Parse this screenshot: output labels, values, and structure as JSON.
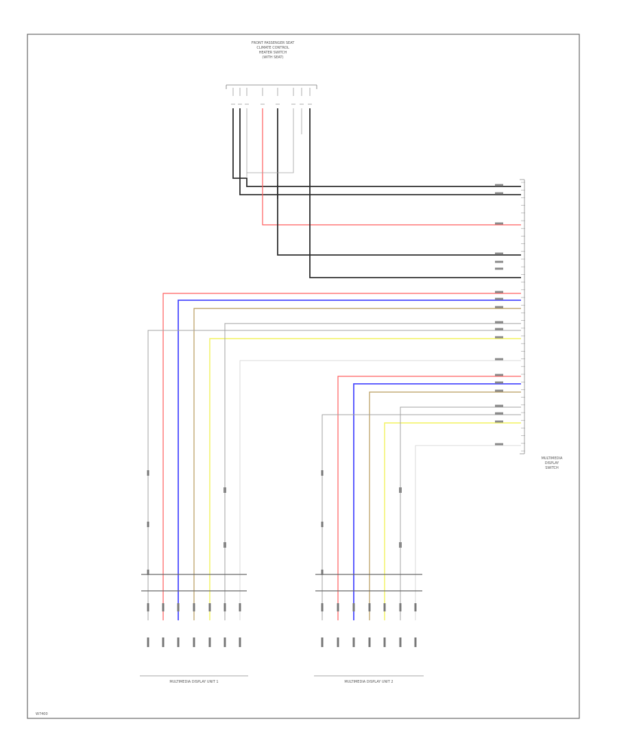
{
  "diagram": {
    "top_module": {
      "title_lines": [
        "FRONT PASSENGER SEAT",
        "CLIMATE CONTROL",
        "HEATER SWITCH",
        "(WITH SEAT)"
      ]
    },
    "right_connector": {
      "label_lines": [
        "MULTIMEDIA",
        "DISPLAY",
        "SWITCH"
      ]
    },
    "bottom_units": [
      {
        "label": "MULTIMEDIA DISPLAY UNIT 1"
      },
      {
        "label": "MULTIMEDIA DISPLAY UNIT 2"
      }
    ],
    "footer_code": "W7400"
  },
  "colors": {
    "black": "#2b2b2b",
    "red": "#ff5a5a",
    "blue": "#4a4aff",
    "tan": "#b89a5a",
    "yellow": "#f2f25c",
    "gray": "#a0a0a0",
    "frame": "#666666"
  }
}
